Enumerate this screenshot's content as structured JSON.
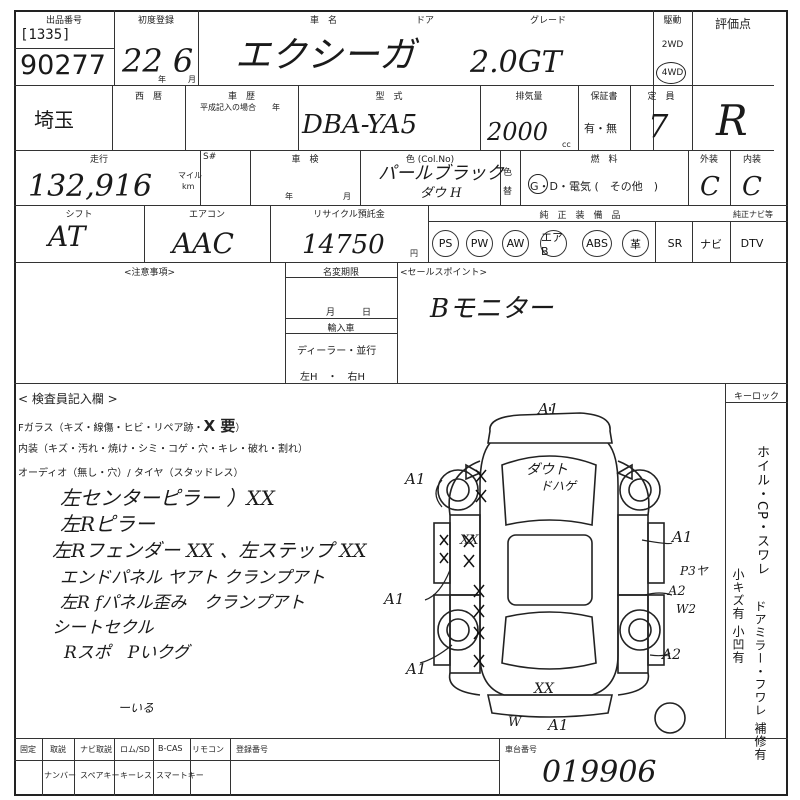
{
  "header": {
    "lot_label": "出品番号",
    "lot_bracket": "[1335]",
    "lot_number": "90277",
    "first_reg_label": "初度登録",
    "first_reg_value": "22 6",
    "first_reg_year_unit": "年",
    "first_reg_month_unit": "月",
    "car_name_label": "車　名",
    "door_label": "ドア",
    "grade_label": "グレード",
    "car_name_value": "エクシーガ",
    "grade_value": "2.0GT",
    "drive_label": "駆動",
    "drive_2wd": "2WD",
    "drive_4wd": "4WD",
    "score_label": "評価点",
    "score_value": "R"
  },
  "row2": {
    "region_label": "西　暦",
    "region_value": "埼玉",
    "history_label": "車　歴",
    "history_note": "平成記入の場合　　年",
    "model_label": "型　式",
    "model_value": "DBA-YA5",
    "displacement_label": "排気量",
    "displacement_value": "2000",
    "displacement_unit": "cc",
    "warranty_label": "保証書",
    "warranty_options": "有・無",
    "capacity_label": "定　員",
    "capacity_value": "7"
  },
  "row3": {
    "mileage_label": "走行",
    "mileage_value": "132,916",
    "mileage_unit_mile": "マイル",
    "mileage_unit_km": "km",
    "smeter_label": "S#",
    "inspection_label": "車　検",
    "inspection_year": "年",
    "inspection_month": "月",
    "color_label": "色 (Col.No)",
    "color_value": "パールブラック",
    "color_code": "ダウ H",
    "color_change_1": "色",
    "color_change_2": "替",
    "fuel_label": "燃　料",
    "fuel_options": "G・D・電気 (　その他　)",
    "exterior_label": "外装",
    "exterior_value": "C",
    "interior_label": "内装",
    "interior_value": "C"
  },
  "row4": {
    "shift_label": "シフト",
    "shift_value": "AT",
    "ac_label": "エアコン",
    "ac_value": "AAC",
    "recycle_label": "リサイクル預託金",
    "recycle_value": "14750",
    "recycle_unit": "円",
    "equip_label": "純　正　装　備　品",
    "equip_extra_label": "純正ナビ等",
    "equipment": [
      "PS",
      "PW",
      "AW",
      "エアB",
      "ABS",
      "革",
      "SR",
      "ナビ",
      "DTV"
    ]
  },
  "notes": {
    "caution_label": "<注意事項>",
    "name_change_label": "名変期限",
    "month_unit": "月",
    "day_unit": "日",
    "import_label": "輸入車",
    "dealer_options": "ディーラー・並行",
    "handle_options": "左H　・　右H",
    "sales_point_label": "<セールスポイント>",
    "sales_point_value": "Bモニター"
  },
  "inspector": {
    "title": "< 検査員記入欄 >",
    "line1": "Fガラス（キズ・線傷・ヒビ・リペア跡・",
    "line1_emph": "X 要",
    "line1_end": "）",
    "line2": "内装（キズ・汚れ・焼け・シミ・コゲ・穴・キレ・破れ・割れ）",
    "line3": "オーディオ（無し・穴）/ タイヤ（スタッドレス）",
    "hand_notes": [
      "左センターピラー ）XX",
      "左Rピラー",
      "左Rフェンダー XX 、左ステップ XX",
      "エンドパネル ヤアト クランプアト",
      "左R fパネル歪み　クランプアト",
      "シートセクル",
      "Rスポ　Pいクグ"
    ],
    "hand_bottom": "ーいる"
  },
  "diagram": {
    "marks": [
      "A1",
      "A1",
      "ダウト",
      "ドハゲ",
      "A1",
      "A1",
      "A1",
      "P3ヤ",
      "A2",
      "W2",
      "A2",
      "A1",
      "A1",
      "XX",
      "W",
      "XX"
    ]
  },
  "right_panel": {
    "keyrock_label": "キーロック",
    "vertical_text_1": "ホイル・CP・スワレ",
    "vertical_text_2": "小キズ有 小凹有",
    "vertical_text_3": "ドアミラー・フワレ 補修有"
  },
  "footer": {
    "fixed_label": "固定",
    "row1": [
      "取説",
      "ナビ取説",
      "ロム/SD",
      "B-CAS",
      "リモコン"
    ],
    "row2": [
      "ナンバー",
      "スペアキー",
      "キーレス",
      "スマートキー"
    ],
    "reg_number_label": "登録番号",
    "chassis_label": "車台番号",
    "chassis_value": "019906"
  }
}
